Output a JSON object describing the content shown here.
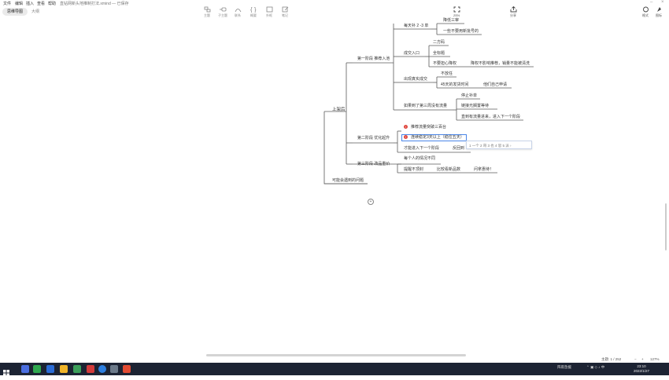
{
  "menu": [
    "文件",
    "编辑",
    "插入",
    "查看",
    "帮助"
  ],
  "document_title": "直钻网新头地推制打法.xmind — 已保存",
  "tabs": {
    "active": "思维导图",
    "inactive": "大纲"
  },
  "toolbar": [
    "主题",
    "子主题",
    "联系",
    "概要",
    "外框",
    "笔记"
  ],
  "toolbar_right": {
    "zen": "ZEN",
    "share": "分享"
  },
  "toolbar_far": {
    "format": "格式",
    "icons": "图标"
  },
  "mindmap": {
    "root": "上架后",
    "branch1": {
      "label": "第一阶段 推荐入池",
      "g1": {
        "label": "每天补 2 -3 单",
        "children": [
          "降低三审",
          "一些不要用新批号的"
        ]
      },
      "g2": {
        "label": "成交入口",
        "children": [
          "二方码",
          "全标题",
          "不要担心降权"
        ],
        "note": "降权不影响推荐，销量不能被清洗"
      },
      "g3": {
        "label": "出现真实成交",
        "children": [
          "不放任",
          "45天的发货时间"
        ],
        "note": "他们自己申请"
      },
      "g4": {
        "label": "如果到了第三周没有流量",
        "children": [
          "停止补单",
          "链接光搁置等待",
          "直到有流量进来，进入下一个阶段"
        ]
      }
    },
    "branch2": {
      "label": "第二阶段 优化起升",
      "warn": "推荐流量突破三百台",
      "selected": "连续稳定3天以上（稳住五天）",
      "next": "才能进入下一个阶段",
      "next_note": "反回到",
      "popup": "1 一个  2 哥  3 也  4 思  5 派  ›"
    },
    "branch3": {
      "label": "第三阶段 改品重价",
      "children": [
        "每个人的情况不同",
        "提醒不顶封"
      ],
      "notes": [
        "比较看新品数",
        "问拿惠待！"
      ]
    },
    "branch4": {
      "label": "可能会遇到的问题"
    }
  },
  "status": {
    "topic_count": "主题: 1 / 252",
    "zoom": "127%"
  },
  "tray": {
    "weather": "阵雨急援",
    "time": "23:10",
    "date": "2022/1/27"
  },
  "colors": {
    "line": "#5a5a5a",
    "selected_border": "#4a86e8",
    "warn": "#e0483f",
    "taskbar": "#1c2333"
  }
}
